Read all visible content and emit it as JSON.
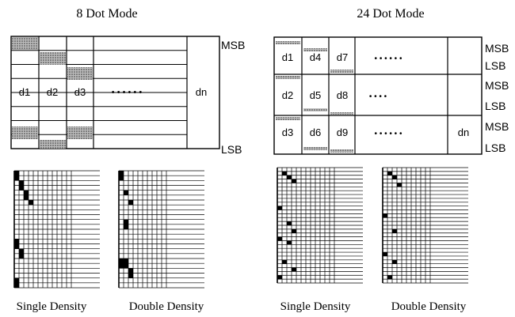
{
  "left": {
    "title": "8 Dot Mode",
    "msb": "MSB",
    "lsb": "LSB",
    "dot_labels": [
      "d1",
      "d2",
      "d3"
    ],
    "dots": "• • • • • •",
    "last_label": "dn",
    "captions": [
      "Single Density",
      "Double Density"
    ]
  },
  "right": {
    "title": "24 Dot Mode",
    "row_labels": [
      [
        "MSB",
        "LSB"
      ],
      [
        "MSB",
        "LSB"
      ],
      [
        "MSB",
        "LSB"
      ]
    ],
    "cells": [
      [
        "d1",
        "d4",
        "d7"
      ],
      [
        "d2",
        "d5",
        "d8"
      ],
      [
        "d3",
        "d6",
        "d9"
      ]
    ],
    "row_dots": [
      "• • • • • •",
      "• • • •",
      "• • • • • •"
    ],
    "last_label": "dn",
    "captions": [
      "Single Density",
      "Double Density"
    ]
  },
  "colors": {
    "line": "#000000",
    "shade": "#8a8a8a",
    "fill": "#000000"
  }
}
